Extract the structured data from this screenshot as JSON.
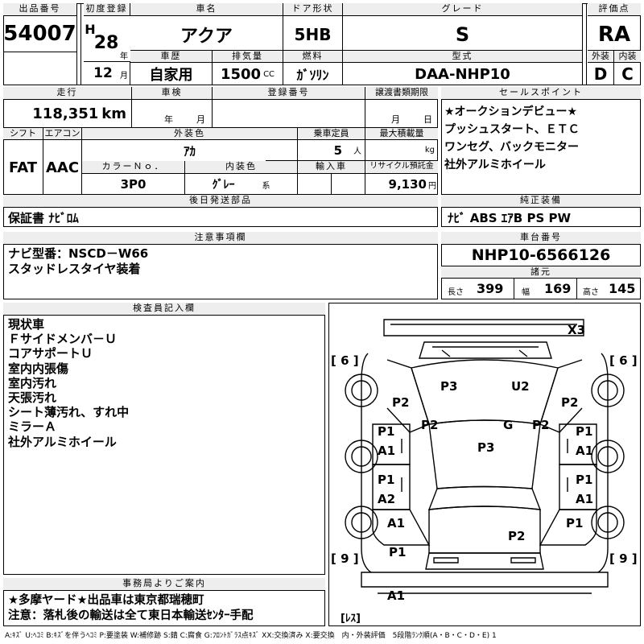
{
  "header": {
    "lot_no_label": "出品番号",
    "lot_no": "54007",
    "first_reg_label": "初度登録",
    "era": "H",
    "year": "28",
    "year_unit": "年",
    "month": "12",
    "month_unit": "月",
    "car_name_label": "車名",
    "car_name": "アクア",
    "door_label": "ドア形状",
    "door": "5HB",
    "grade_label": "グレード",
    "grade": "S",
    "score_label": "評価点",
    "score": "RA",
    "history_label": "車歴",
    "history": "自家用",
    "displacement_label": "排気量",
    "displacement": "1500",
    "displacement_unit": "CC",
    "fuel_label": "燃料",
    "fuel": "ｶﾞｿﾘﾝ",
    "model_label": "型式",
    "model": "DAA-NHP10",
    "exterior_label": "外装",
    "exterior": "D",
    "interior_label": "内装",
    "interior": "C"
  },
  "row2": {
    "mileage_label": "走行",
    "mileage": "118,351",
    "mileage_unit": "km",
    "inspection_label": "車検",
    "inspection_year": "年",
    "inspection_month": "月",
    "reg_no_label": "登録番号",
    "transfer_label": "譲渡書類期限",
    "transfer_month": "月",
    "transfer_day": "日",
    "shift_label": "シフト",
    "shift": "FAT",
    "ac_label": "エアコン",
    "ac": "AAC",
    "ext_color_label": "外装色",
    "ext_color": "ｱｶ",
    "capacity_label": "乗車定員",
    "capacity": "5",
    "capacity_unit": "人",
    "max_load_label": "最大積載量",
    "max_load_unit": "kg",
    "color_no_label": "カラーＮｏ．",
    "color_no": "3P0",
    "int_color_label": "内装色",
    "int_color": "ｸﾞﾚｰ",
    "int_color_suffix": "系",
    "import_label": "輸入車",
    "recycle_label": "リサイクル預託金",
    "recycle": "9,130",
    "recycle_unit": "円"
  },
  "sales_points": {
    "label": "セールスポイント",
    "lines": [
      "★オークションデビュー★",
      "プッシュスタート、ＥＴＣ",
      "ワンセグ、バックモニター",
      "社外アルミホイール"
    ]
  },
  "later_parts": {
    "label": "後日発送部品",
    "value": "保証書 ﾅﾋﾞﾛﾑ"
  },
  "genuine_equipment": {
    "label": "純正装備",
    "value": "ﾅﾋﾞ ABS ｴｱB PS PW"
  },
  "notes": {
    "label": "注意事項欄",
    "lines": [
      "ナビ型番：NSCD－W66",
      "スタッドレスタイヤ装着"
    ]
  },
  "chassis": {
    "label": "車台番号",
    "value": "NHP10-6566126"
  },
  "dimensions": {
    "label": "諸元",
    "length_label": "長さ",
    "length": "399",
    "width_label": "幅",
    "width": "169",
    "height_label": "高さ",
    "height": "145"
  },
  "inspector": {
    "label": "検査員記入欄",
    "lines": [
      "現状車",
      "Ｆサイドメンバ－Ｕ",
      "コアサポートＵ",
      "室内内張傷",
      "室内汚れ",
      "天張汚れ",
      "シート薄汚れ、すれ中",
      "ミラーＡ",
      "社外アルミホイール"
    ]
  },
  "office": {
    "label": "事務局よりご案内",
    "lines": [
      "★多摩ヤード★出品車は東京都瑞穂町",
      "注意：落札後の輸送は全て東日本輸送ｾﾝﾀｰ手配"
    ]
  },
  "diagram": {
    "marks": {
      "x3": "X3",
      "front_left_tire": "[ 6 ]",
      "front_right_tire": "[ 6 ]",
      "rear_left_tire": "[ 9 ]",
      "rear_right_tire": "[ 9 ]",
      "spare": "[ﾚｽ]",
      "hood_left": "P3",
      "hood_right": "U2",
      "fender_l": "P2",
      "fender_r": "P2",
      "pillar_l": "P2",
      "pillar_r": "P2",
      "windshield": "G",
      "roof": "P3",
      "front_door_l_1": "P1",
      "front_door_l_2": "A1",
      "front_door_r_1": "P1",
      "front_door_r_2": "A1",
      "rear_door_l_1": "P1",
      "rear_door_l_2": "A2",
      "rear_door_r_1": "P1",
      "rear_door_r_2": "A1",
      "rear_fender_l": "A1",
      "rear_fender_r": "P1",
      "quarter_l": "P1",
      "hatch": "P2",
      "rear_bumper": "A1"
    }
  },
  "legend": "A:ｷｽﾞ U:ﾍｺﾐ B:ｷｽﾞを伴うﾍｺﾐ P:要塗装 W:補修跡 S:錆 C:腐食 G:ﾌﾛﾝﾄｶﾞﾗｽ点ｷｽﾞ XX:交換済み X:要交換　内・外装評価　5段階ﾗﾝｸ順(A・B・C・D・E) 1"
}
